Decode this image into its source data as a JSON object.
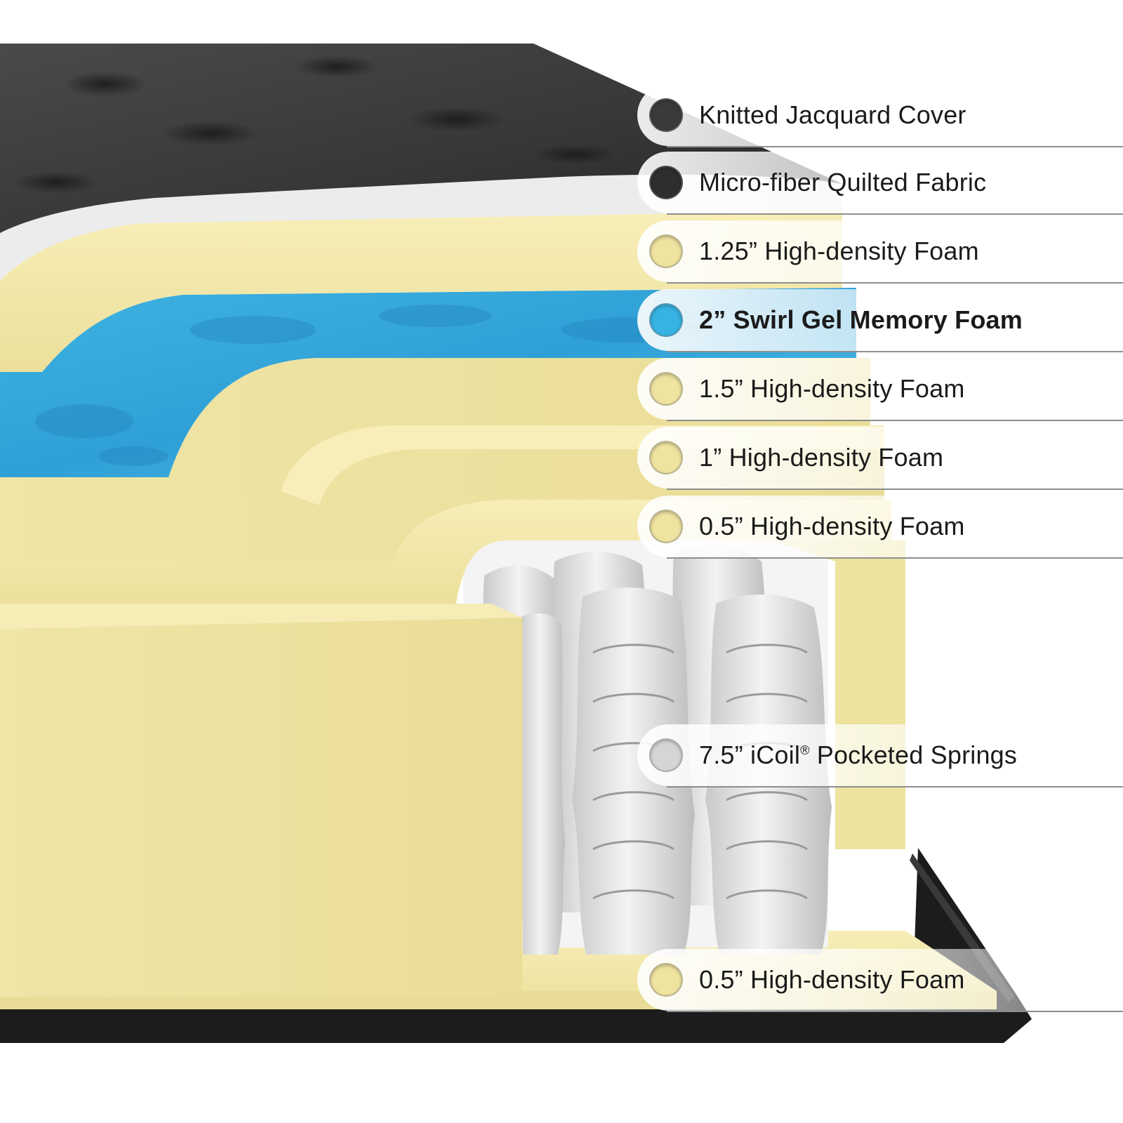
{
  "colors": {
    "cover": "#3a3a3c",
    "quilted_fabric": "#eeeeee",
    "high_density_foam": "#f1e6a4",
    "gel_memory_foam": "#39b1e0",
    "springs": "#e1e1e1",
    "base_edge": "#1c1c1c"
  },
  "callouts": [
    {
      "id": "cover",
      "label": "Knitted Jacquard Cover",
      "swatch": "#3a3a3c",
      "swatch_icon": "swatch-dark-gray-icon"
    },
    {
      "id": "fabric",
      "label": "Micro-fiber Quilted Fabric",
      "swatch": "#2e2e30",
      "swatch_icon": "swatch-charcoal-icon"
    },
    {
      "id": "foam125",
      "label": "1.25” High-density Foam",
      "swatch": "#efe3a0",
      "swatch_icon": "swatch-yellow-icon"
    },
    {
      "id": "gel",
      "label": "2” Swirl Gel Memory Foam",
      "swatch": "#36b3e3",
      "swatch_icon": "swatch-blue-icon",
      "bold": true
    },
    {
      "id": "foam15",
      "label": "1.5” High-density Foam",
      "swatch": "#efe3a0",
      "swatch_icon": "swatch-yellow-icon"
    },
    {
      "id": "foam1",
      "label": "1” High-density Foam",
      "swatch": "#efe3a0",
      "swatch_icon": "swatch-yellow-icon"
    },
    {
      "id": "foam05a",
      "label": "0.5” High-density Foam",
      "swatch": "#efe3a0",
      "swatch_icon": "swatch-yellow-icon"
    },
    {
      "id": "springs",
      "label_pre": "7.5” iCoil",
      "label_sup": "®",
      "label_post": " Pocketed Springs",
      "swatch": "#d5d5d5",
      "swatch_icon": "swatch-light-gray-icon"
    },
    {
      "id": "foam05b",
      "label": "0.5” High-density Foam",
      "swatch": "#efe3a0",
      "swatch_icon": "swatch-yellow-icon"
    }
  ]
}
